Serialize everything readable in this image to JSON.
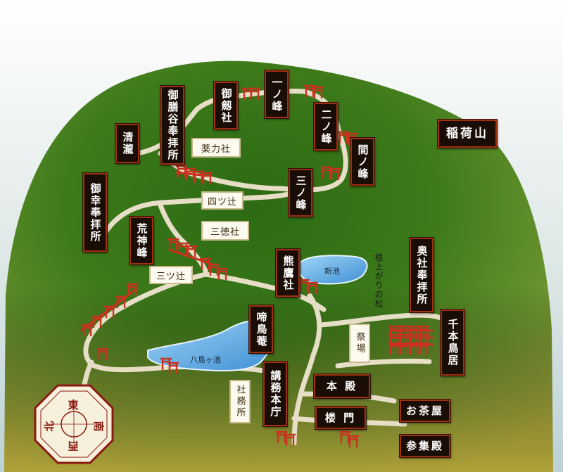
{
  "map": {
    "mountain_name": "稲荷山",
    "shrines": {
      "kiyotaki": "清瀧",
      "gozendani": "御膳谷奉拝所",
      "mitsurugi": "御劔社",
      "ichinomine": "一ノ峰",
      "ninomine": "二ノ峰",
      "ainomine": "間ノ峰",
      "sannomine": "三ノ峰",
      "miyuki": "御幸奉拝所",
      "arakami": "荒神峰",
      "kumataka": "熊鷹社",
      "okusha": "奥社奉拝所",
      "senbon_torii": "千本鳥居",
      "teicho": "啼鳥菴",
      "koumuhonchou": "講務本庁",
      "honden": "本 殿",
      "romon": "楼 門",
      "ochaya": "お茶屋",
      "sanshuden": "参集殿"
    },
    "waypoints": {
      "yakuriki": "薬力社",
      "yotsutsuji": "四ツ辻",
      "santoku": "三徳社",
      "mitsutsuji": "三ツ辻",
      "saijou": "祭場",
      "shamusho": "社務所"
    },
    "water": {
      "shin_ike": "新池",
      "yashima_ike": "八島ヶ池",
      "neagari": "根上がりの松"
    },
    "compass": {
      "east": "東",
      "south": "南",
      "west": "西",
      "north": "北"
    },
    "colors": {
      "sign_bg": "#1a0d05",
      "sign_border": "#a03010",
      "torii": "#c8321e",
      "path": "#e8e0c8",
      "water": "#5aa8e0",
      "forest_dark": "#2e6a16",
      "forest_light": "#8ca432",
      "sky": "#bcd2d6"
    }
  }
}
